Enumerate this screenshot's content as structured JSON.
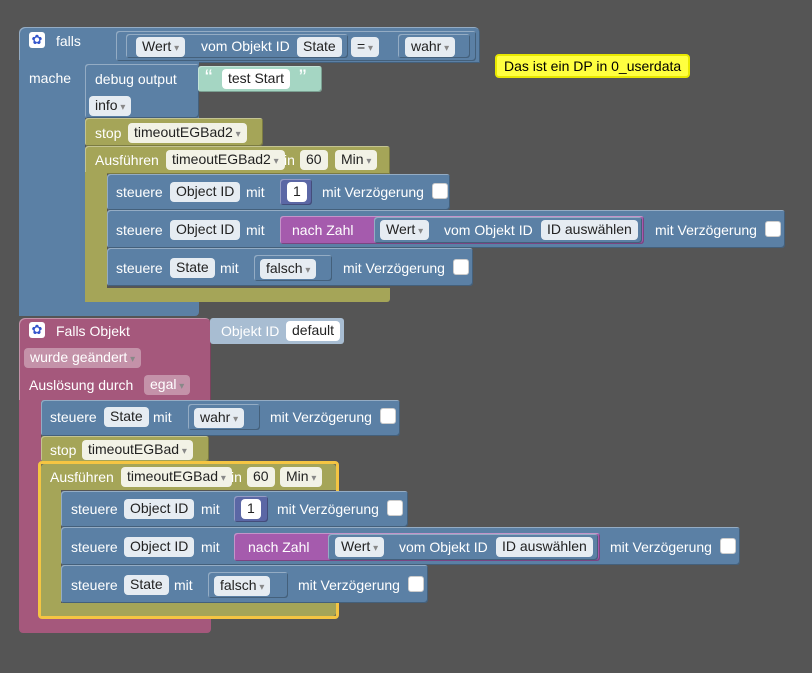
{
  "colors": {
    "workspace": "#555555",
    "logic": "#5b80a5",
    "event": "#a5587c",
    "timer": "#a5a558",
    "string": "#a5d6c3",
    "number": "#5b67a5",
    "convert": "#a55bad",
    "comment": "#ffff40",
    "selection": "#f5c542"
  },
  "comment": {
    "text": "Das ist ein DP in 0_userdata"
  },
  "if_block": {
    "falls_label": "falls",
    "mache_label": "mache",
    "left_field": "Wert",
    "vom_objekt": "vom Objekt ID",
    "object_field": "State",
    "operator": "=",
    "right_field": "wahr",
    "debug": {
      "label": "debug output",
      "text": "test Start",
      "level": "info"
    },
    "stop": {
      "label": "stop",
      "timer": "timeoutEGBad2"
    },
    "ausfuehren": {
      "label": "Ausführen",
      "timer": "timeoutEGBad2",
      "in": "in",
      "value": "60",
      "unit": "Min"
    },
    "rows": [
      {
        "steuere": "steuere",
        "obj": "Object ID",
        "mit": "mit",
        "number": "1",
        "delay": "mit Verzögerung"
      },
      {
        "steuere": "steuere",
        "obj": "Object ID",
        "mit": "mit",
        "conv": "nach Zahl",
        "wert": "Wert",
        "vom": "vom Objekt ID",
        "id": "ID auswählen",
        "delay": "mit Verzögerung"
      },
      {
        "steuere": "steuere",
        "obj": "State",
        "mit": "mit",
        "value": "falsch",
        "delay": "mit Verzögerung"
      }
    ]
  },
  "on_block": {
    "title": "Falls Objekt",
    "objekt_label": "Objekt ID",
    "objekt_value": "default",
    "trigger": "wurde geändert",
    "ausloesung_label": "Auslösung durch",
    "ausloesung_value": "egal",
    "steuere_state": {
      "steuere": "steuere",
      "obj": "State",
      "mit": "mit",
      "value": "wahr",
      "delay": "mit Verzögerung"
    },
    "stop": {
      "label": "stop",
      "timer": "timeoutEGBad"
    },
    "ausfuehren": {
      "label": "Ausführen",
      "timer": "timeoutEGBad",
      "in": "in",
      "value": "60",
      "unit": "Min"
    },
    "rows": [
      {
        "steuere": "steuere",
        "obj": "Object ID",
        "mit": "mit",
        "number": "1",
        "delay": "mit Verzögerung"
      },
      {
        "steuere": "steuere",
        "obj": "Object ID",
        "mit": "mit",
        "conv": "nach Zahl",
        "wert": "Wert",
        "vom": "vom Objekt ID",
        "id": "ID auswählen",
        "delay": "mit Verzögerung"
      },
      {
        "steuere": "steuere",
        "obj": "State",
        "mit": "mit",
        "value": "falsch",
        "delay": "mit Verzögerung"
      }
    ]
  }
}
